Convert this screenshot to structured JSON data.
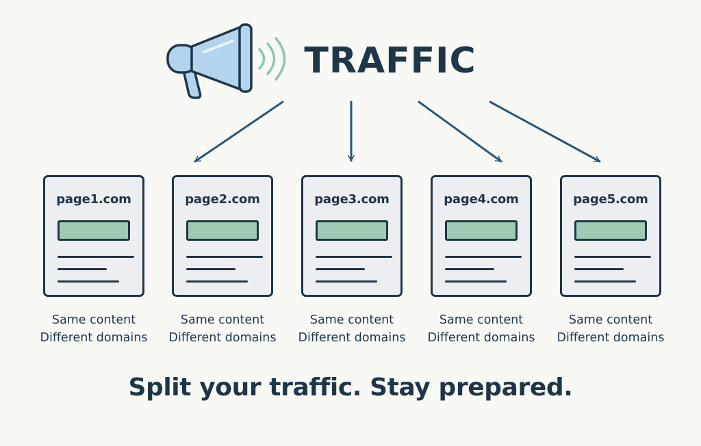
{
  "header": {
    "title": "TRAFFIC",
    "icon": "megaphone-icon"
  },
  "pages": [
    {
      "domain": "page1.com",
      "caption_line1": "Same content",
      "caption_line2": "Different domains"
    },
    {
      "domain": "page2.com",
      "caption_line1": "Same content",
      "caption_line2": "Different domains"
    },
    {
      "domain": "page3.com",
      "caption_line1": "Same content",
      "caption_line2": "Different domains"
    },
    {
      "domain": "page4.com",
      "caption_line1": "Same content",
      "caption_line2": "Different domains"
    },
    {
      "domain": "page5.com",
      "caption_line1": "Same content",
      "caption_line2": "Different domains"
    }
  ],
  "footer": {
    "tagline": "Split your traffic. Stay prepared."
  },
  "colors": {
    "ink": "#1f3548",
    "arrow": "#2a5675",
    "megaphone_fill": "#b3d4ec",
    "sound_waves": "#8fc6a8",
    "content_bar": "#9fcbb3",
    "card_bg": "#eceef2",
    "background": "#f8f8f5"
  }
}
